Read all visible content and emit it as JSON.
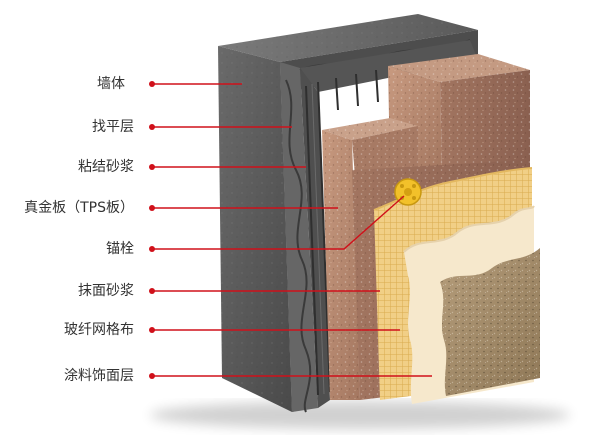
{
  "diagram": {
    "labels": [
      {
        "text": "墙体",
        "target": "wall"
      },
      {
        "text": "找平层",
        "target": "leveling"
      },
      {
        "text": "粘结砂浆",
        "target": "adhesive"
      },
      {
        "text": "真金板（TPS板）",
        "target": "board"
      },
      {
        "text": "锚栓",
        "target": "anchor"
      },
      {
        "text": "抹面砂浆",
        "target": "plaster"
      },
      {
        "text": "玻纤网格布",
        "target": "mesh"
      },
      {
        "text": "涂料饰面层",
        "target": "finish"
      }
    ],
    "colors": {
      "leader": "#d0101a",
      "wall": "#5e5e5e",
      "board": "#b98b72",
      "mesh": "#efc873",
      "plaster": "#f4e4c8",
      "finish": "#a48e6d"
    }
  }
}
